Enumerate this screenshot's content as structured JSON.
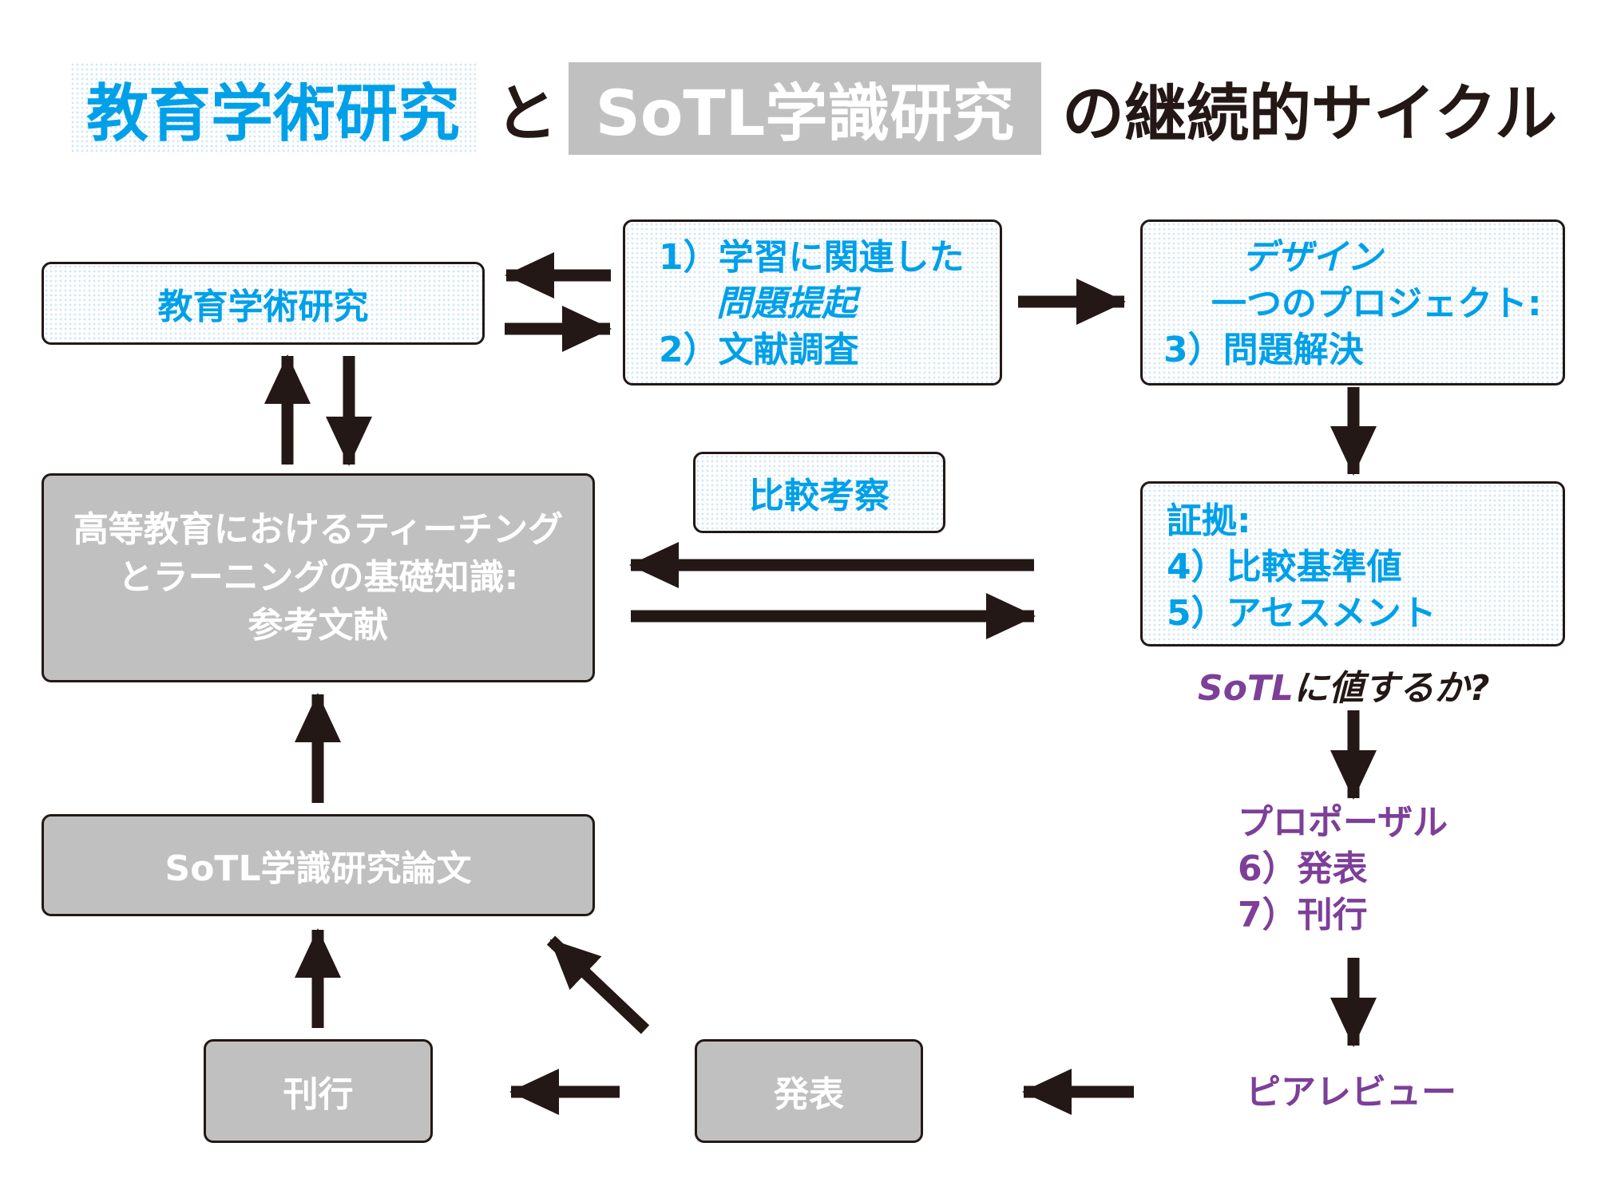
{
  "title": {
    "part1": "教育学術研究",
    "connector": "と",
    "part2": "SoTL学識研究",
    "suffix": "の継続的サイクル"
  },
  "boxes": {
    "research": "教育学術研究",
    "step1": {
      "line1": "1）学習に関連した",
      "line2": "問題提起",
      "line3": "2）文献調査"
    },
    "design": {
      "line1": "デザイン",
      "line2": "一つのプロジェクト:",
      "line3": "3）問題解決"
    },
    "compare": "比較考察",
    "knowledge": {
      "line1": "高等教育におけるティーチング",
      "line2": "とラーニングの基礎知識:",
      "line3": "参考文献"
    },
    "evidence": {
      "line1": "証拠:",
      "line2": "4）比較基準値",
      "line3": "5）アセスメント"
    },
    "sotl_paper": "SoTL学識研究論文",
    "publish": "刊行",
    "present": "発表"
  },
  "labels": {
    "worth_sotl": "SoTL",
    "worth_rest": "に値するか?",
    "proposal": {
      "line1": "プロポーザル",
      "line2": "6）発表",
      "line3": "7）刊行"
    },
    "peer_review": "ピアレビュー"
  },
  "colors": {
    "blue": "#00a0e9",
    "purple": "#7d3f98",
    "gray_fill": "#c0c0c0",
    "dark": "#231815"
  }
}
